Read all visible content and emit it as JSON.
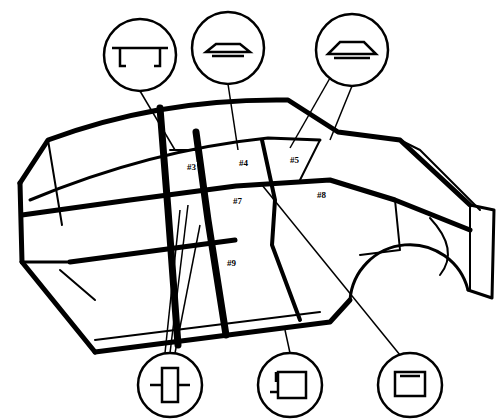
{
  "diagram": {
    "labels": [
      "#3",
      "#4",
      "#5",
      "#7",
      "#8",
      "#9"
    ]
  }
}
